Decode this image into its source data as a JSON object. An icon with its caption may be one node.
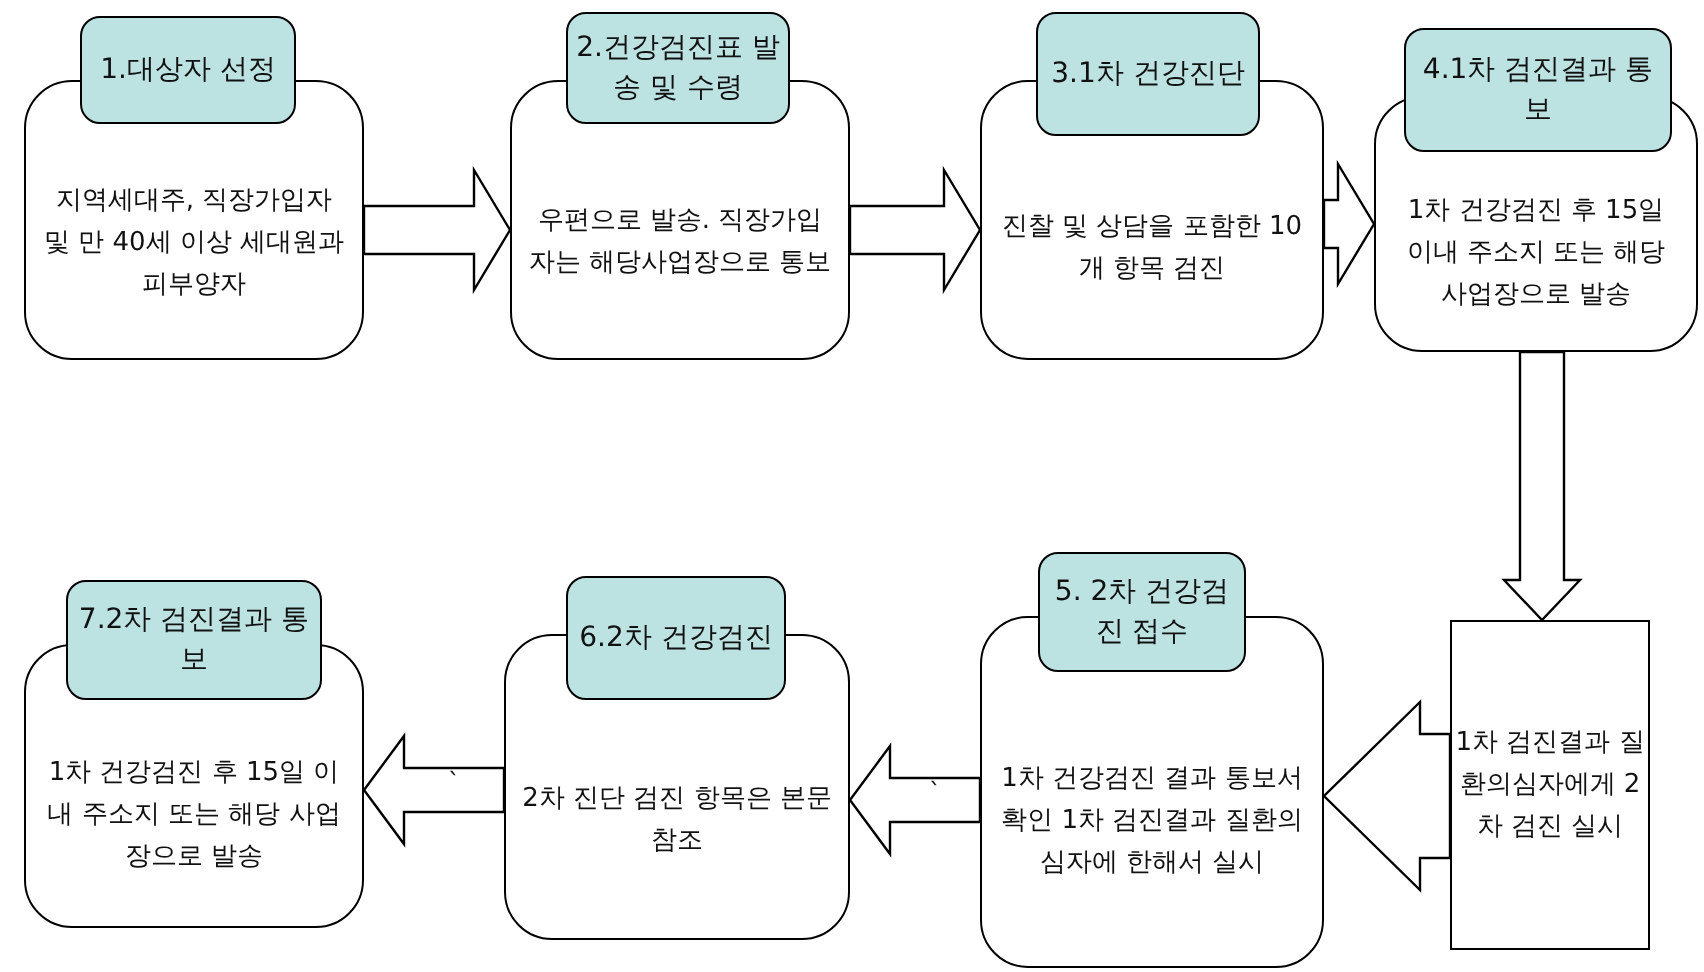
{
  "diagram": {
    "nodes": [
      {
        "text": [
          "1.대상자 선정",
          "지역세대주, 직장가입자 및 만 40세 이상 세대원과 피부양자"
        ]
      },
      {
        "text": [
          "2.건강검진표 발송 및 수령",
          "우편으로 발송. 직장가입자는 해당사업장으로 통보"
        ]
      },
      {
        "text": [
          "3.1차 건강진단",
          "진찰 및 상담을 포함한 10개 항목 검진"
        ]
      },
      {
        "text": [
          "4.1차 검진결과 통보",
          "1차 건강검진 후 15일 이내 주소지 또는 해당 사업장으로 발송"
        ]
      },
      {
        "text": [
          "1차 검진결과 질환의심자에게 2차 검진 실시"
        ]
      },
      {
        "text": [
          "5. 2차 건강검진 접수",
          "1차 건강검진 결과 통보서 확인 1차 검진결과 질환의심자에 한해서 실시"
        ]
      },
      {
        "text": [
          "6.2차 건강검진",
          "2차 진단 검진 항목은 본문 참조"
        ]
      },
      {
        "text": [
          "7.2차 검진결과 통보",
          "1차 건강검진 후 15일 이내 주소지 또는 해당 사업장으로 발송"
        ]
      }
    ],
    "edges": [
      {
        "from": 0,
        "to": 1,
        "arrow": "to"
      },
      {
        "from": 1,
        "to": 2,
        "arrow": "to"
      },
      {
        "from": 2,
        "to": 3,
        "arrow": "to"
      },
      {
        "from": 3,
        "to": 4,
        "arrow": "to"
      },
      {
        "from": 4,
        "to": 5,
        "arrow": "to"
      },
      {
        "from": 5,
        "to": 6,
        "arrow": "to",
        "label": "`"
      },
      {
        "from": 6,
        "to": 7,
        "arrow": "to",
        "label": "`"
      }
    ]
  }
}
